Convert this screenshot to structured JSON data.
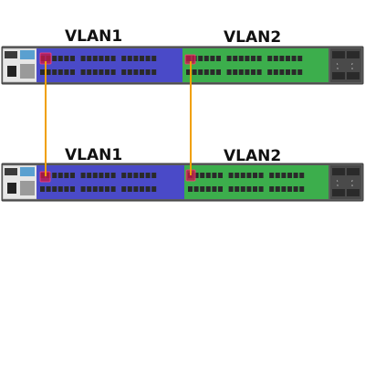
{
  "diagram": {
    "colors": {
      "vlan1": "#4a4ac8",
      "vlan2": "#3cae4c",
      "link": "#f0a000",
      "highlight": "#c0184a",
      "chassis": "#5c5c5c",
      "port": "#2a2a2a"
    },
    "switches": [
      {
        "name": "switch-top",
        "vlans": [
          {
            "id": "vlan1",
            "label": "VLAN1"
          },
          {
            "id": "vlan2",
            "label": "VLAN2"
          }
        ],
        "uplink_labels": [
          "1",
          "2",
          "3",
          "4"
        ]
      },
      {
        "name": "switch-bottom",
        "vlans": [
          {
            "id": "vlan1",
            "label": "VLAN1"
          },
          {
            "id": "vlan2",
            "label": "VLAN2"
          }
        ],
        "uplink_labels": [
          "1",
          "2",
          "3",
          "4"
        ]
      }
    ],
    "links": [
      {
        "name": "vlan1-link",
        "vlan": "vlan1"
      },
      {
        "name": "vlan2-link",
        "vlan": "vlan2"
      }
    ]
  }
}
